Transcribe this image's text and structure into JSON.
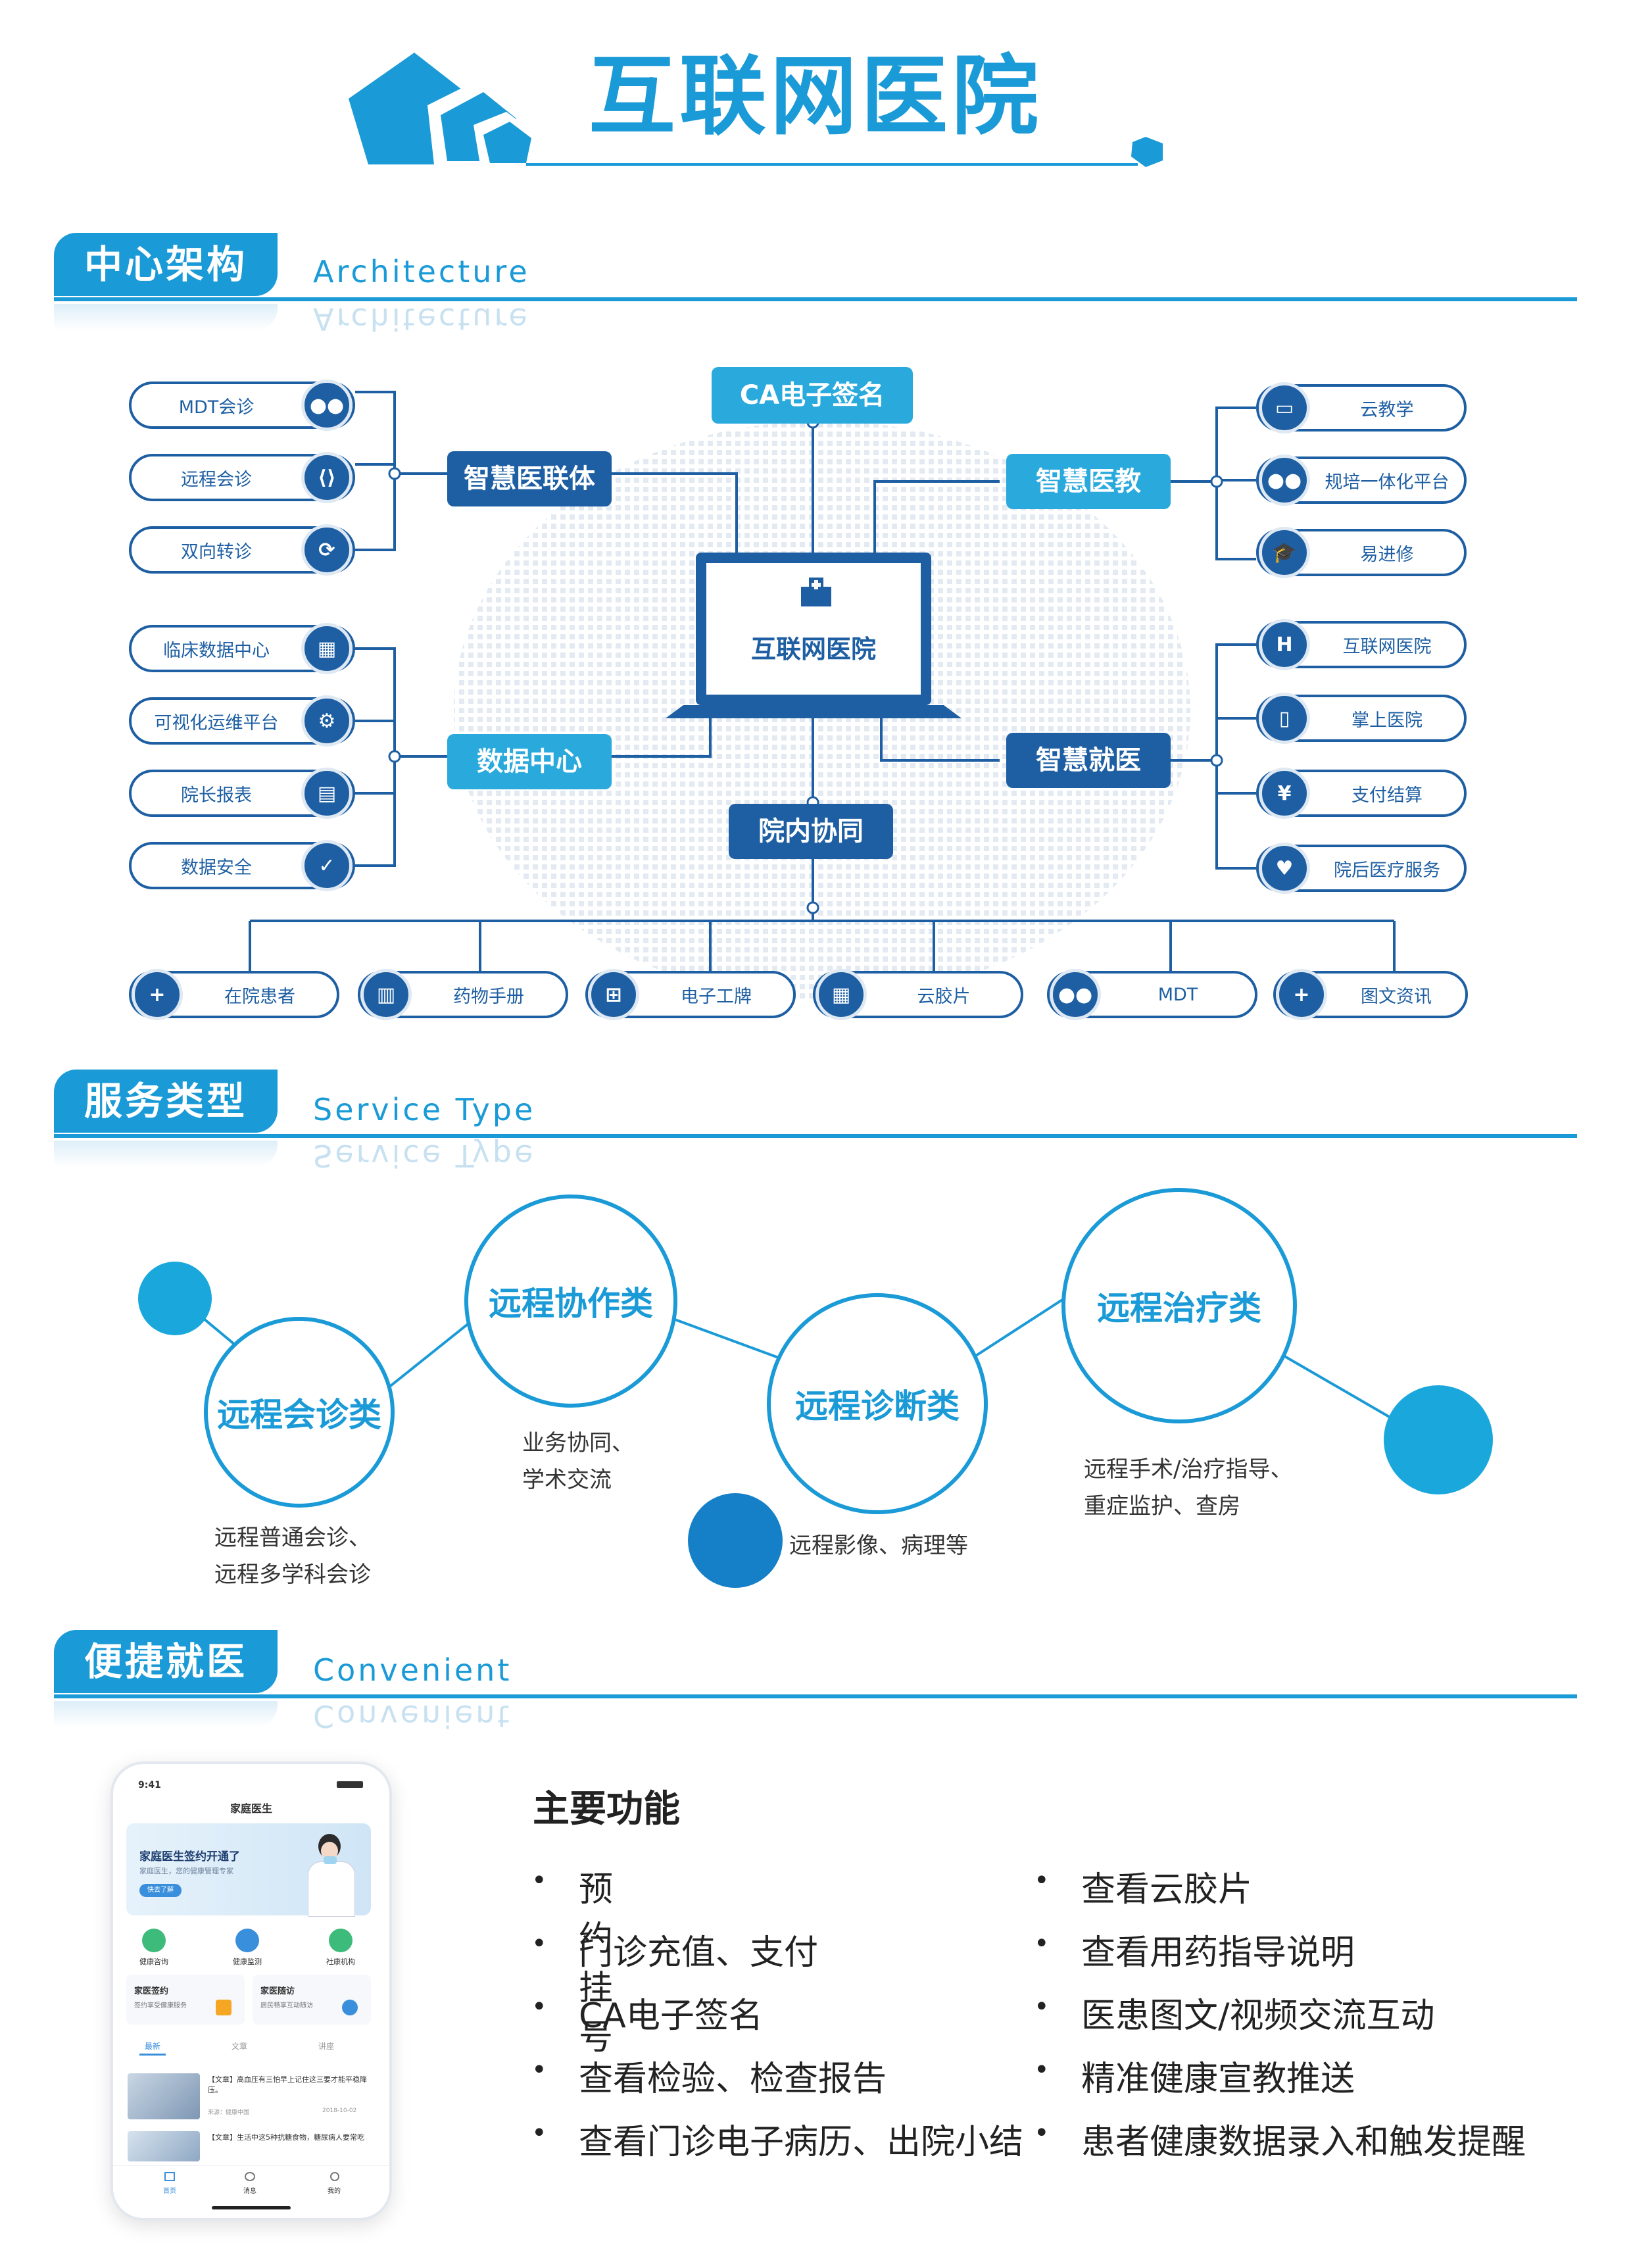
{
  "page_title": "互联网医院",
  "sections": {
    "architecture": {
      "cn": "中心架构",
      "en": "Architecture"
    },
    "service": {
      "cn": "服务类型",
      "en": "Service Type"
    },
    "convenient": {
      "cn": "便捷就医",
      "en": "Convenient"
    }
  },
  "arch": {
    "center": "互联网医院",
    "ca": "CA电子签名",
    "hub_top_left": "智慧医联体",
    "hub_bottom_left": "数据中心",
    "hub_top_right": "智慧医教",
    "hub_bottom_right": "智慧就医",
    "hub_bottom": "院内协同",
    "left_top": [
      "MDT会诊",
      "远程会诊",
      "双向转诊"
    ],
    "left_bottom": [
      "临床数据中心",
      "可视化运维平台",
      "院长报表",
      "数据安全"
    ],
    "right_top": [
      "云教学",
      "规培一体化平台",
      "易进修"
    ],
    "right_bottom": [
      "互联网医院",
      "掌上医院",
      "支付结算",
      "院后医疗服务"
    ],
    "bottom_row": [
      "在院患者",
      "药物手册",
      "电子工牌",
      "云胶片",
      "MDT",
      "图文资讯"
    ]
  },
  "services": [
    {
      "name": "远程会诊类",
      "desc1": "远程普通会诊、",
      "desc2": "远程多学科会诊"
    },
    {
      "name": "远程协作类",
      "desc1": "业务协同、",
      "desc2": "学术交流"
    },
    {
      "name": "远程诊断类",
      "desc1": "远程影像、病理等",
      "desc2": ""
    },
    {
      "name": "远程治疗类",
      "desc1": "远程手术/治疗指导、",
      "desc2": "重症监护、查房"
    }
  ],
  "phone": {
    "time": "9:41",
    "app_title": "家庭医生",
    "banner_title": "家庭医生签约开通了",
    "banner_sub": "家庭医生，您的健康管理专家",
    "banner_btn": "快去了解",
    "quick": [
      "健康咨询",
      "健康监测",
      "社康机构"
    ],
    "card1_title": "家医签约",
    "card1_sub": "签约享受健康服务",
    "card2_title": "家医随访",
    "card2_sub": "居民畅享互动随访",
    "tabs": [
      "最新",
      "文章",
      "讲座"
    ],
    "article1": "【文章】高血压有三怕早上记住这三要才能平稳降压。",
    "article1_src": "来源：健康中国",
    "article1_date": "2018-10-02",
    "article2": "【文章】生活中这5种抗糖食物，糖尿病人要常吃",
    "nav": [
      "首页",
      "消息",
      "我的"
    ]
  },
  "features": {
    "title": "主要功能",
    "left": [
      "预约挂号",
      "门诊充值、支付",
      "CA电子签名",
      "查看检验、检查报告",
      "查看门诊电子病历、出院小结"
    ],
    "right": [
      "查看云胶片",
      "查看用药指导说明",
      "医患图文/视频交流互动",
      "精准健康宣教推送",
      "患者健康数据录入和触发提醒"
    ]
  },
  "colors": {
    "primary": "#1a9ad6",
    "dark": "#1e5fa3"
  }
}
